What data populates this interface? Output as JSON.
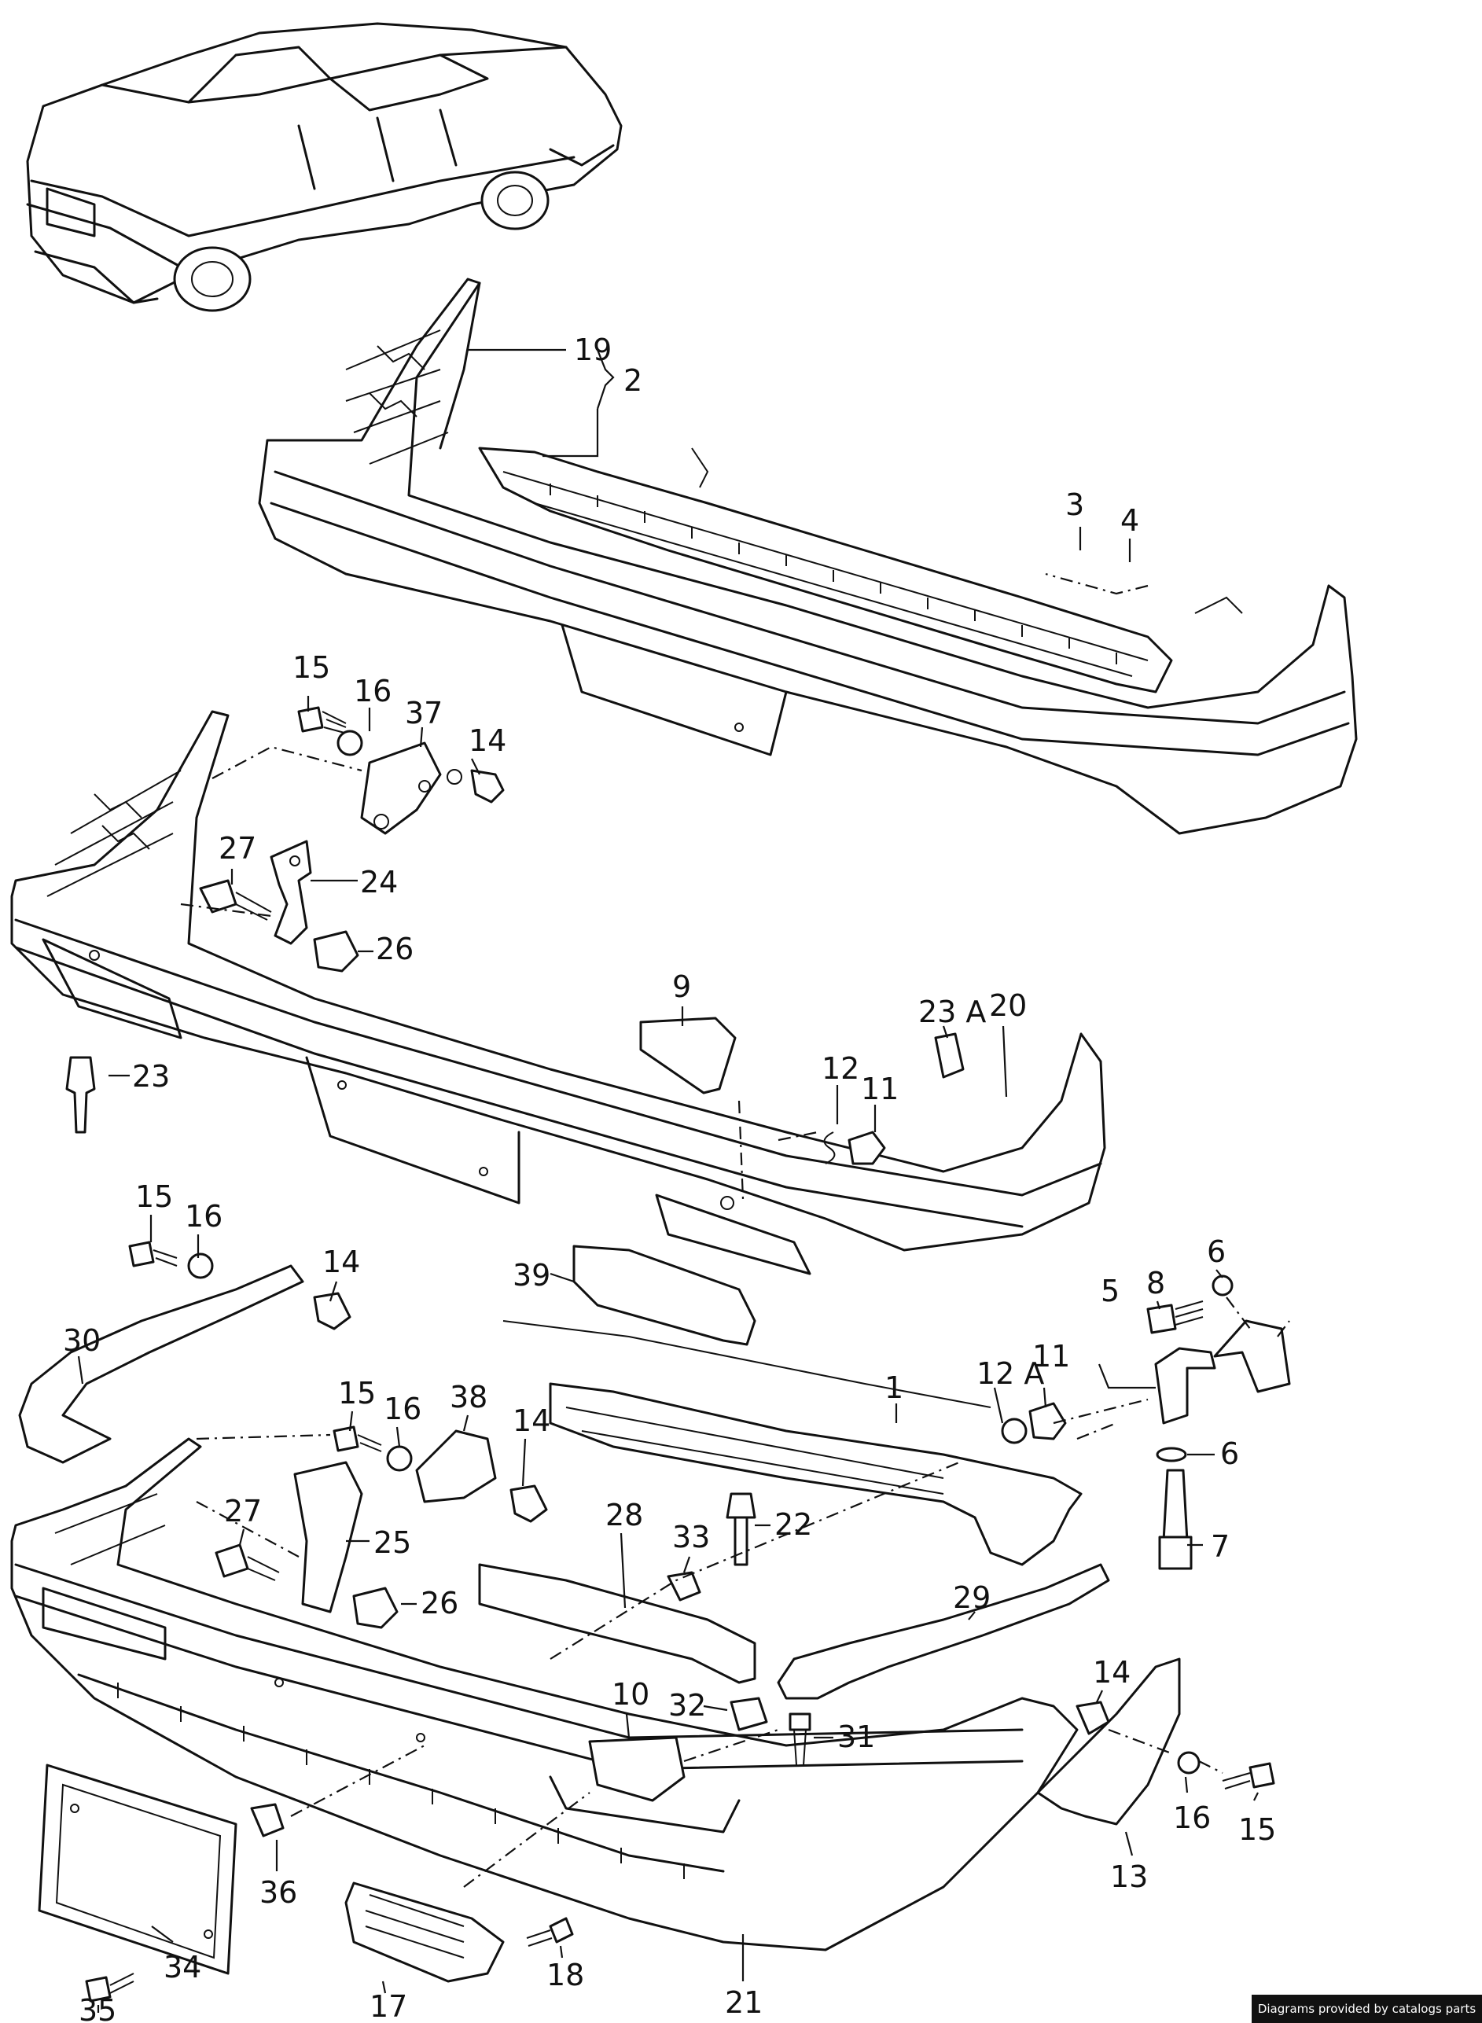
{
  "credit": "Diagrams provided by catalogs parts",
  "labels": {
    "p1": "1",
    "p2": "2",
    "p3": "3",
    "p4": "4",
    "p5": "5",
    "p6a": "6",
    "p6b": "6",
    "p7": "7",
    "p8": "8",
    "p9": "9",
    "p10": "10",
    "p11a": "11",
    "p11b": "11",
    "p12": "12",
    "p12a": "12 A",
    "p13": "13",
    "p14a": "14",
    "p14b": "14",
    "p14c": "14",
    "p14d": "14",
    "p15a": "15",
    "p15b": "15",
    "p15c": "15",
    "p15d": "15",
    "p16a": "16",
    "p16b": "16",
    "p16c": "16",
    "p16d": "16",
    "p17": "17",
    "p18": "18",
    "p19": "19",
    "p20": "20",
    "p21": "21",
    "p22": "22",
    "p23": "23",
    "p23a": "23 A",
    "p24": "24",
    "p25": "25",
    "p26a": "26",
    "p26b": "26",
    "p27a": "27",
    "p27b": "27",
    "p28": "28",
    "p29": "29",
    "p30": "30",
    "p31": "31",
    "p32": "32",
    "p33": "33",
    "p34": "34",
    "p35": "35",
    "p36": "36",
    "p37": "37",
    "p38": "38",
    "p39": "39"
  }
}
